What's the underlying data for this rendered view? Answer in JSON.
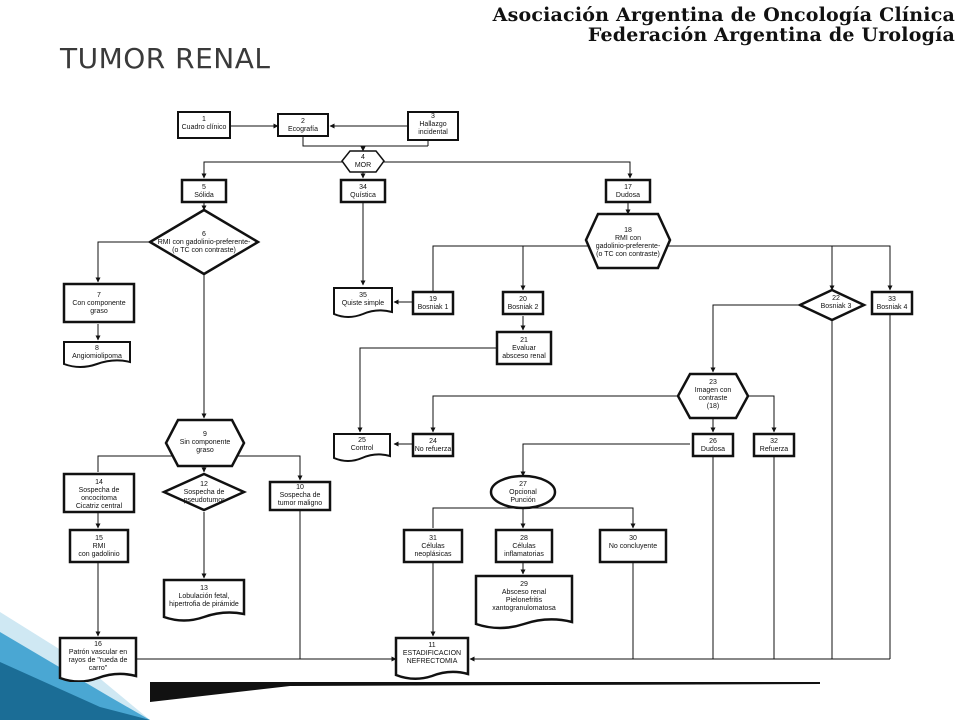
{
  "header": {
    "org_line1": "Asociación Argentina de Oncología Clínica",
    "org_line2": "Federación Argentina de Urología",
    "title": "TUMOR RENAL"
  },
  "colors": {
    "decor_light": "#cfe8f3",
    "decor_mid": "#4aa7d3",
    "decor_dark": "#1b6d96",
    "ink": "#111111"
  },
  "nodes": {
    "n1": [
      "1",
      "Cuadro clínico"
    ],
    "n2": [
      "2",
      "Ecografía"
    ],
    "n3": [
      "3",
      "Hallazgo",
      "incidental"
    ],
    "n4": [
      "4",
      "MOR"
    ],
    "n5": [
      "5",
      "Sólida"
    ],
    "n34": [
      "34",
      "Quística"
    ],
    "n17": [
      "17",
      "Dudosa"
    ],
    "n6": [
      "6",
      "RMI con gadolinio-preferente-",
      "(o TC con contraste)"
    ],
    "n18": [
      "18",
      "RMI con",
      "gadolinio-preferente-",
      "(o TC con contraste)"
    ],
    "n7": [
      "7",
      "Con componente",
      "graso"
    ],
    "n8": [
      "8",
      "Angiomiolipoma"
    ],
    "n35": [
      "35",
      "Quiste simple"
    ],
    "n19": [
      "19",
      "Bosniak 1"
    ],
    "n20": [
      "20",
      "Bosniak 2"
    ],
    "n22": [
      "22",
      "Bosniak 3"
    ],
    "n33": [
      "33",
      "Bosniak 4"
    ],
    "n21": [
      "21",
      "Evaluar",
      "absceso renal"
    ],
    "n23": [
      "23",
      "Imagen con",
      "contraste",
      "(18)"
    ],
    "n9": [
      "9",
      "Sin componente",
      "graso"
    ],
    "n25": [
      "25",
      "Control"
    ],
    "n24": [
      "24",
      "No refuerza"
    ],
    "n26": [
      "26",
      "Dudosa"
    ],
    "n32": [
      "32",
      "Refuerza"
    ],
    "n14": [
      "14",
      "Sospecha de",
      "oncocitoma",
      "Cicatriz central"
    ],
    "n12": [
      "12",
      "Sospecha de",
      "pseudotumor"
    ],
    "n10": [
      "10",
      "Sospecha de",
      "tumor maligno"
    ],
    "n27": [
      "27",
      "Opcional",
      "Punción"
    ],
    "n15": [
      "15",
      "RMI",
      "con gadolinio"
    ],
    "n31": [
      "31",
      "Células",
      "neoplásicas"
    ],
    "n28": [
      "28",
      "Células",
      "inflamatorias"
    ],
    "n30": [
      "30",
      "No concluyente"
    ],
    "n29": [
      "29",
      "Absceso renal",
      "Pielonefritis",
      "xantogranulomatosa"
    ],
    "n13": [
      "13",
      "Lobulación fetal,",
      "hipertrofia de pirámide"
    ],
    "n16": [
      "16",
      "Patrón vascular en",
      "rayos de \"rueda de",
      "carro\""
    ],
    "n11": [
      "11",
      "ESTADIFICACION",
      "NEFRECTOMIA"
    ]
  }
}
